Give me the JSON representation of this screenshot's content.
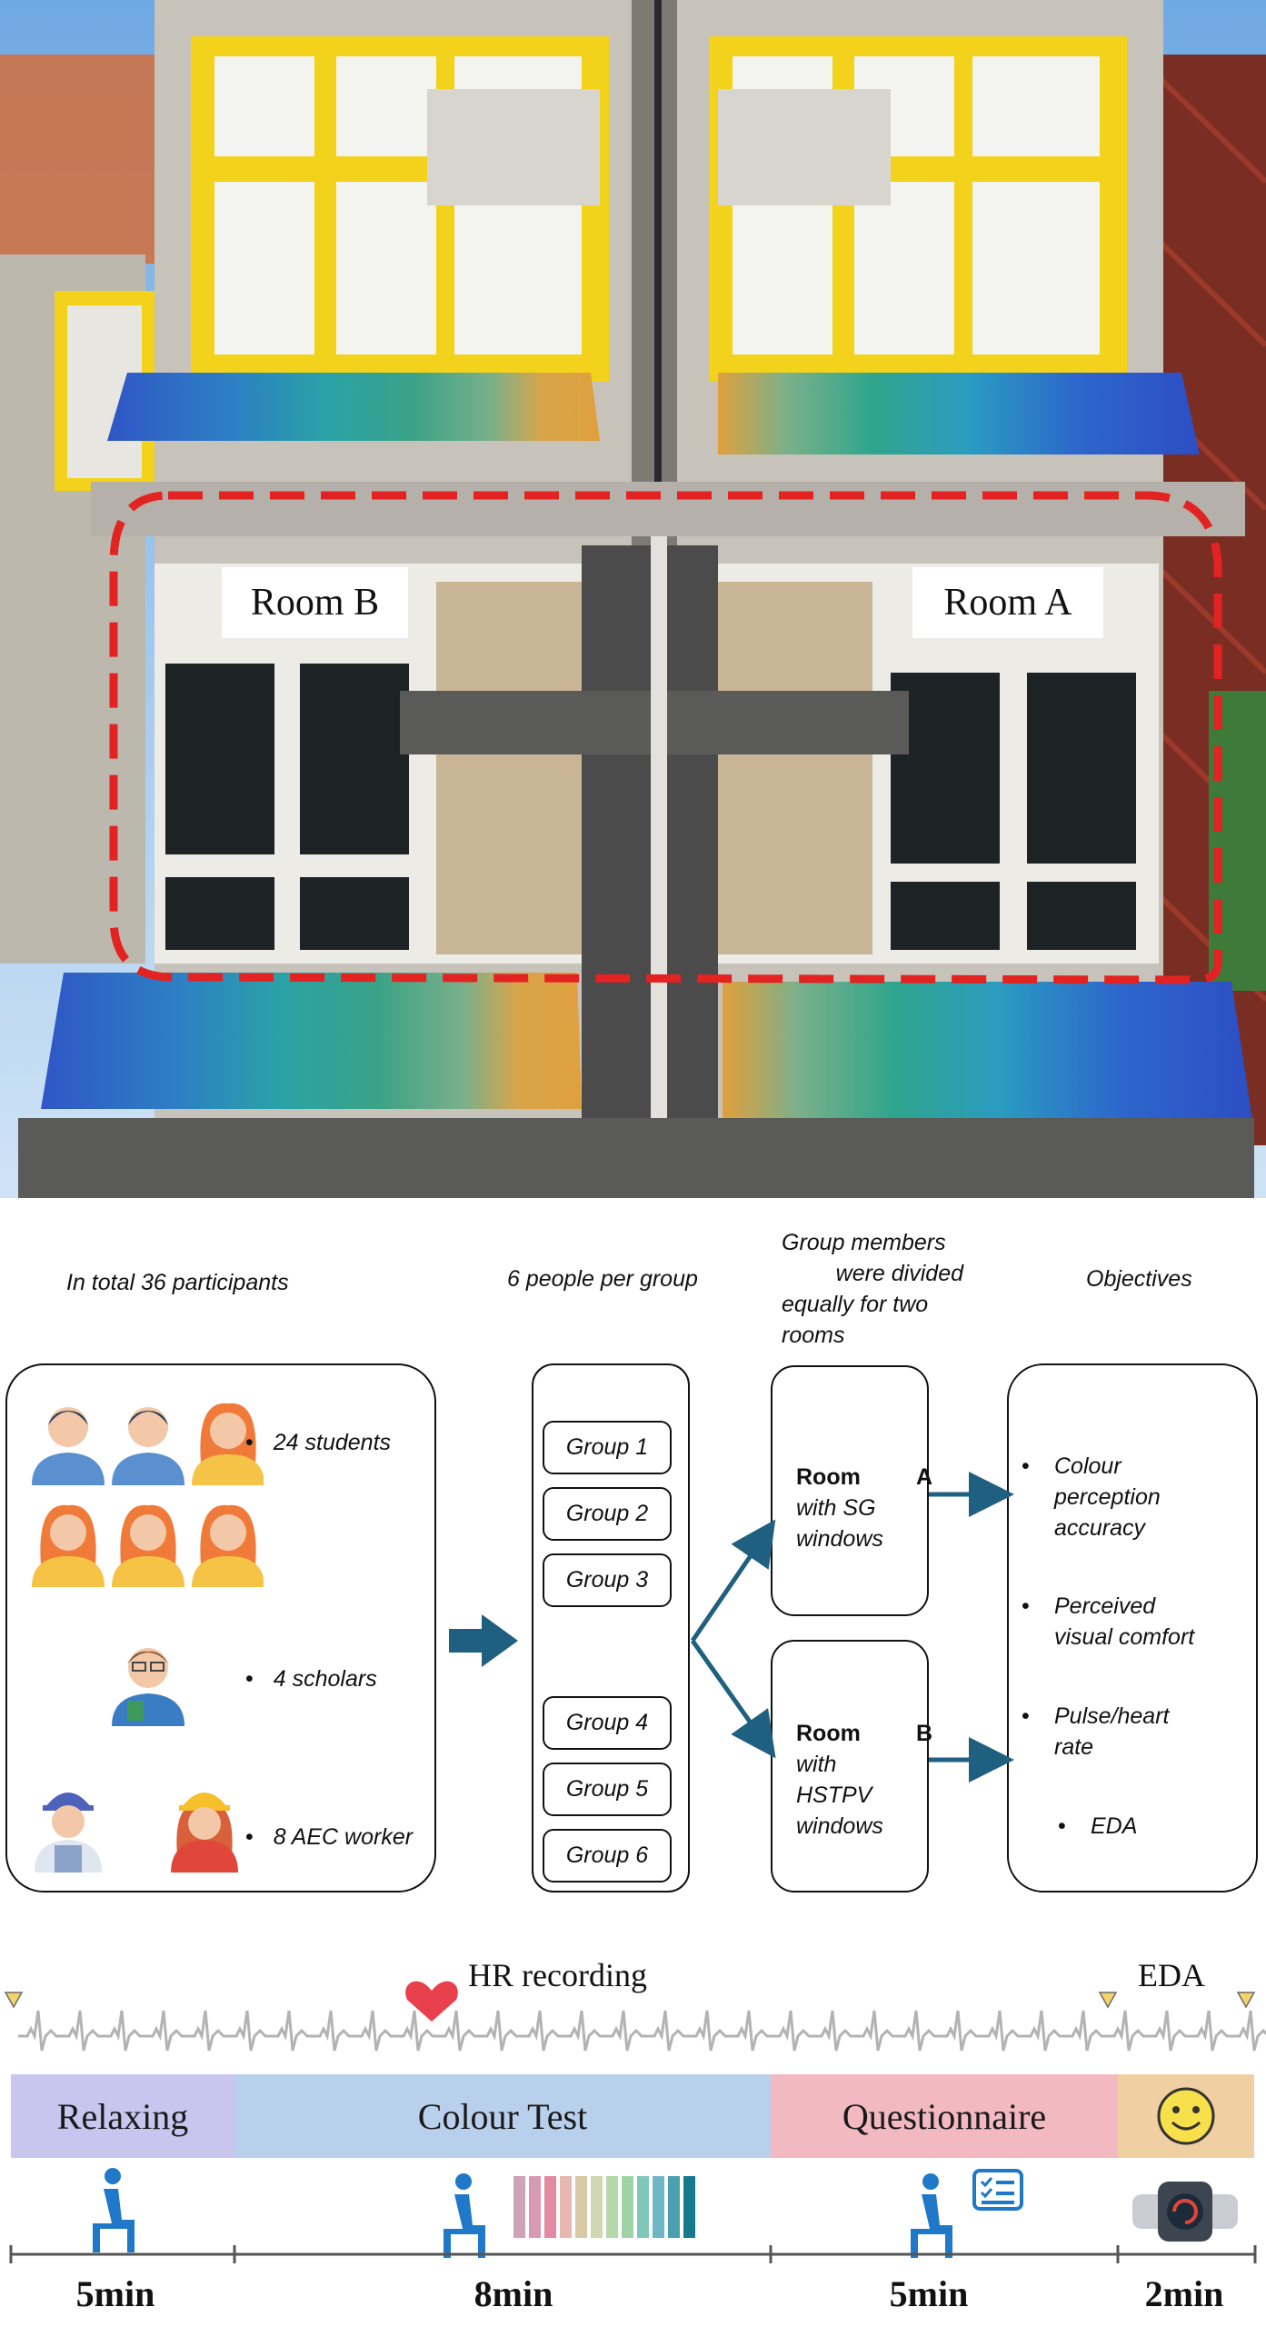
{
  "photo": {
    "room_b_label": "Room B",
    "room_a_label": "Room A",
    "colors": {
      "concrete": "#c7c3bb",
      "yellow_frame": "#f2d21a",
      "red_dash": "#e32222",
      "sky": "#7fb4e6"
    }
  },
  "flow": {
    "headers": {
      "participants": "In total 36 participants",
      "groups": "6 people per group",
      "rooms": [
        "Group members",
        "were divided",
        "equally for two",
        "rooms"
      ],
      "objectives": "Objectives"
    },
    "participants": {
      "students": "24 students",
      "scholars": "4 scholars",
      "workers": "8 AEC worker"
    },
    "groups": [
      "Group 1",
      "Group 2",
      "Group 3",
      "Group 4",
      "Group 5",
      "Group 6"
    ],
    "room_a": {
      "title_1": "Room",
      "title_2": "A",
      "lines": [
        "with SG",
        "windows"
      ]
    },
    "room_b": {
      "title_1": "Room",
      "title_2": "B",
      "lines": [
        "with",
        "HSTPV",
        "windows"
      ]
    },
    "objectives": [
      [
        "Colour",
        "perception",
        "accuracy"
      ],
      [
        "Perceived",
        "visual comfort"
      ],
      [
        "Pulse/heart",
        "rate"
      ],
      [
        "EDA"
      ]
    ],
    "arrow_color": "#1f5f80"
  },
  "timeline": {
    "hr_label": "HR recording",
    "eda_label": "EDA",
    "phases": [
      {
        "label": "Relaxing",
        "color": "#c9c5ee"
      },
      {
        "label": "Colour Test",
        "color": "#b9d0ec"
      },
      {
        "label": "Questionnaire",
        "color": "#f2b9c1"
      },
      {
        "label": "",
        "color": "#f0cfa2"
      }
    ],
    "durations": [
      "5min",
      "8min",
      "5min",
      "2min"
    ],
    "swatches": [
      "#cfa3b7",
      "#d89ab0",
      "#e38aa2",
      "#e6b8b0",
      "#d7c9a6",
      "#cfd8b0",
      "#b4d8a8",
      "#9fd3a6",
      "#7fc7b8",
      "#6fb7c4",
      "#4aa0b0",
      "#157a8c"
    ]
  }
}
